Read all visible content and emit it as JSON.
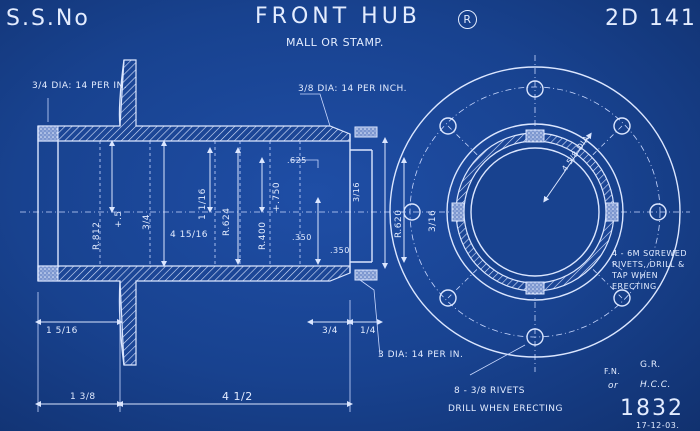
{
  "header": {
    "ssno": "S.S.No",
    "title": "FRONT HUB",
    "title_mark": "R",
    "drawing_code": "2D 141",
    "subtitle": "MALL OR STAMP."
  },
  "notes": {
    "thread_left": "3/4 DIA: 14 PER IN.",
    "thread_top": "3/8 DIA: 14 PER INCH.",
    "thread_bottom": "3 DIA: 14 PER IN.",
    "screws": "4 - 6M SCREWED RIVETS, DRILL & TAP WHEN ERECTING.",
    "rivets": "8 - 3/8 RIVETS",
    "rivets_drill": "DRILL WHEN ERECTING"
  },
  "dimensions": {
    "r812": "R.812",
    "r5": "+.5",
    "d34": "3/4",
    "d4_15_16": "4 15/16",
    "r624": "R.624",
    "d1_1_16": "1 1/16",
    "r400": "R.400",
    "r750": "+.750",
    "d625": ".625",
    "d350a": ".350",
    "d350b": ".350",
    "r620": "R.620",
    "d3_16": "3/16",
    "d1_5_16": "1 5/16",
    "d3_4": "3/4",
    "d1_4": "1/4",
    "d1_3_8": "1 3/8",
    "d4_1_2": "4 1/2",
    "flange_dia": "4 5/8 DIA"
  },
  "title_block": {
    "fn_label": "F.N.",
    "fn_initials": "G.R.",
    "or": "or",
    "checked": "H.C.C.",
    "number": "1832",
    "date": "17-12-03."
  }
}
